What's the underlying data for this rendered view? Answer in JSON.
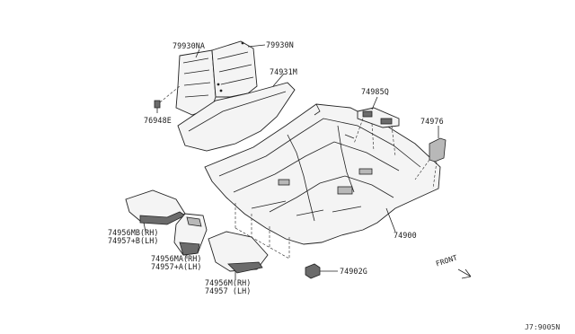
{
  "parts": {
    "p79930NA": "79930NA",
    "p79930N": "79930N",
    "p76948E": "76948E",
    "p74931M": "74931M",
    "p74985Q": "74985Q",
    "p74976": "74976",
    "p74900": "74900",
    "p74902G": "74902G",
    "p74956MB": "74956MB(RH)",
    "p74957B": "74957+B(LH)",
    "p74956MA": "74956MA(RH)",
    "p74957A": "74957+A(LH)",
    "p74956M": "74956M(RH)",
    "p74957": "74957  (LH)"
  },
  "front_label": "FRONT",
  "diagram_code": "J7:9005N"
}
